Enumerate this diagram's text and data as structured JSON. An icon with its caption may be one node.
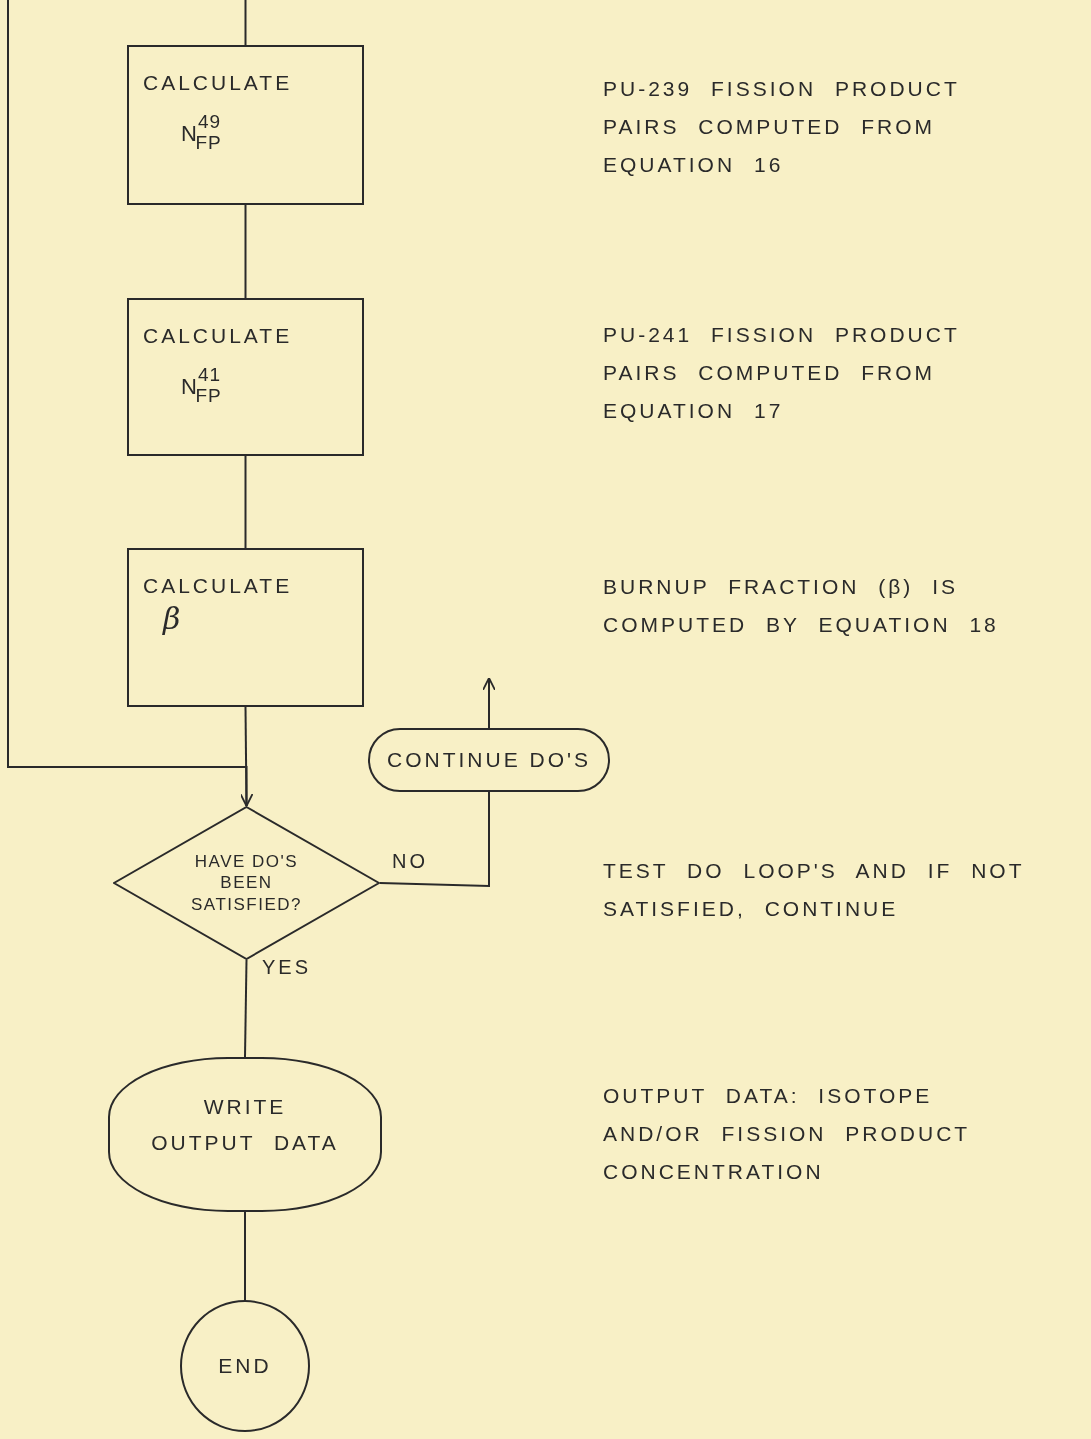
{
  "diagram": {
    "nodes": [
      {
        "text": [
          "CALCULATE",
          "N$^{49}$$_{FP}$"
        ]
      },
      {
        "text": [
          "CALCULATE",
          "N$^{41}$$_{FP}$"
        ]
      },
      {
        "text": [
          "CALCULATE",
          "β"
        ]
      },
      {
        "text": [
          "HAVE DO'S BEEN SATISFIED?"
        ]
      },
      {
        "text": [
          "CONTINUE DO'S"
        ]
      },
      {
        "text": [
          "WRITE OUTPUT DATA"
        ]
      },
      {
        "text": [
          "END"
        ]
      }
    ],
    "edges": [
      {
        "from": null,
        "to": 0,
        "arrow": "none"
      },
      {
        "from": 0,
        "to": 1,
        "arrow": "none"
      },
      {
        "from": 1,
        "to": 2,
        "arrow": "none"
      },
      {
        "from": 2,
        "to": 3,
        "arrow": "none"
      },
      {
        "from": null,
        "to": 3,
        "arrow": "to"
      },
      {
        "from": 3,
        "to": 4,
        "arrow": "none",
        "label": "NO"
      },
      {
        "from": 4,
        "to": null,
        "arrow": "to"
      },
      {
        "from": 3,
        "to": 5,
        "arrow": "none",
        "label": "YES"
      },
      {
        "from": 5,
        "to": 6,
        "arrow": "none"
      }
    ],
    "labels": [
      "PU-239 FISSION PRODUCT PAIRS COMPUTED FROM EQUATION 16",
      "PU-241 FISSION PRODUCT PAIRS COMPUTED FROM EQUATION 17",
      "BURNUP FRACTION (β) IS COMPUTED BY EQUATION 18",
      "TEST DO LOOP'S AND IF NOT SATISFIED, CONTINUE",
      "OUTPUT DATA: ISOTOPE AND/OR FISSION PRODUCT CONCENTRATION"
    ]
  }
}
